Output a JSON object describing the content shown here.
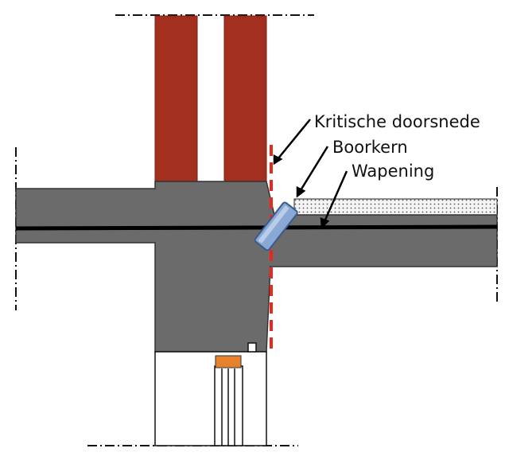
{
  "labels": {
    "critical_section": "Kritische doorsnede",
    "core": "Boorkern",
    "reinforcement": "Wapening"
  },
  "colors": {
    "concrete": "#6b6b6b",
    "brick": "#a3301f",
    "reinforcement": "#000000",
    "critical_line": "#e8281e",
    "core": "#8aa8d4",
    "insulation": "#f2f2f2",
    "bearing_block": "#e6822e"
  }
}
